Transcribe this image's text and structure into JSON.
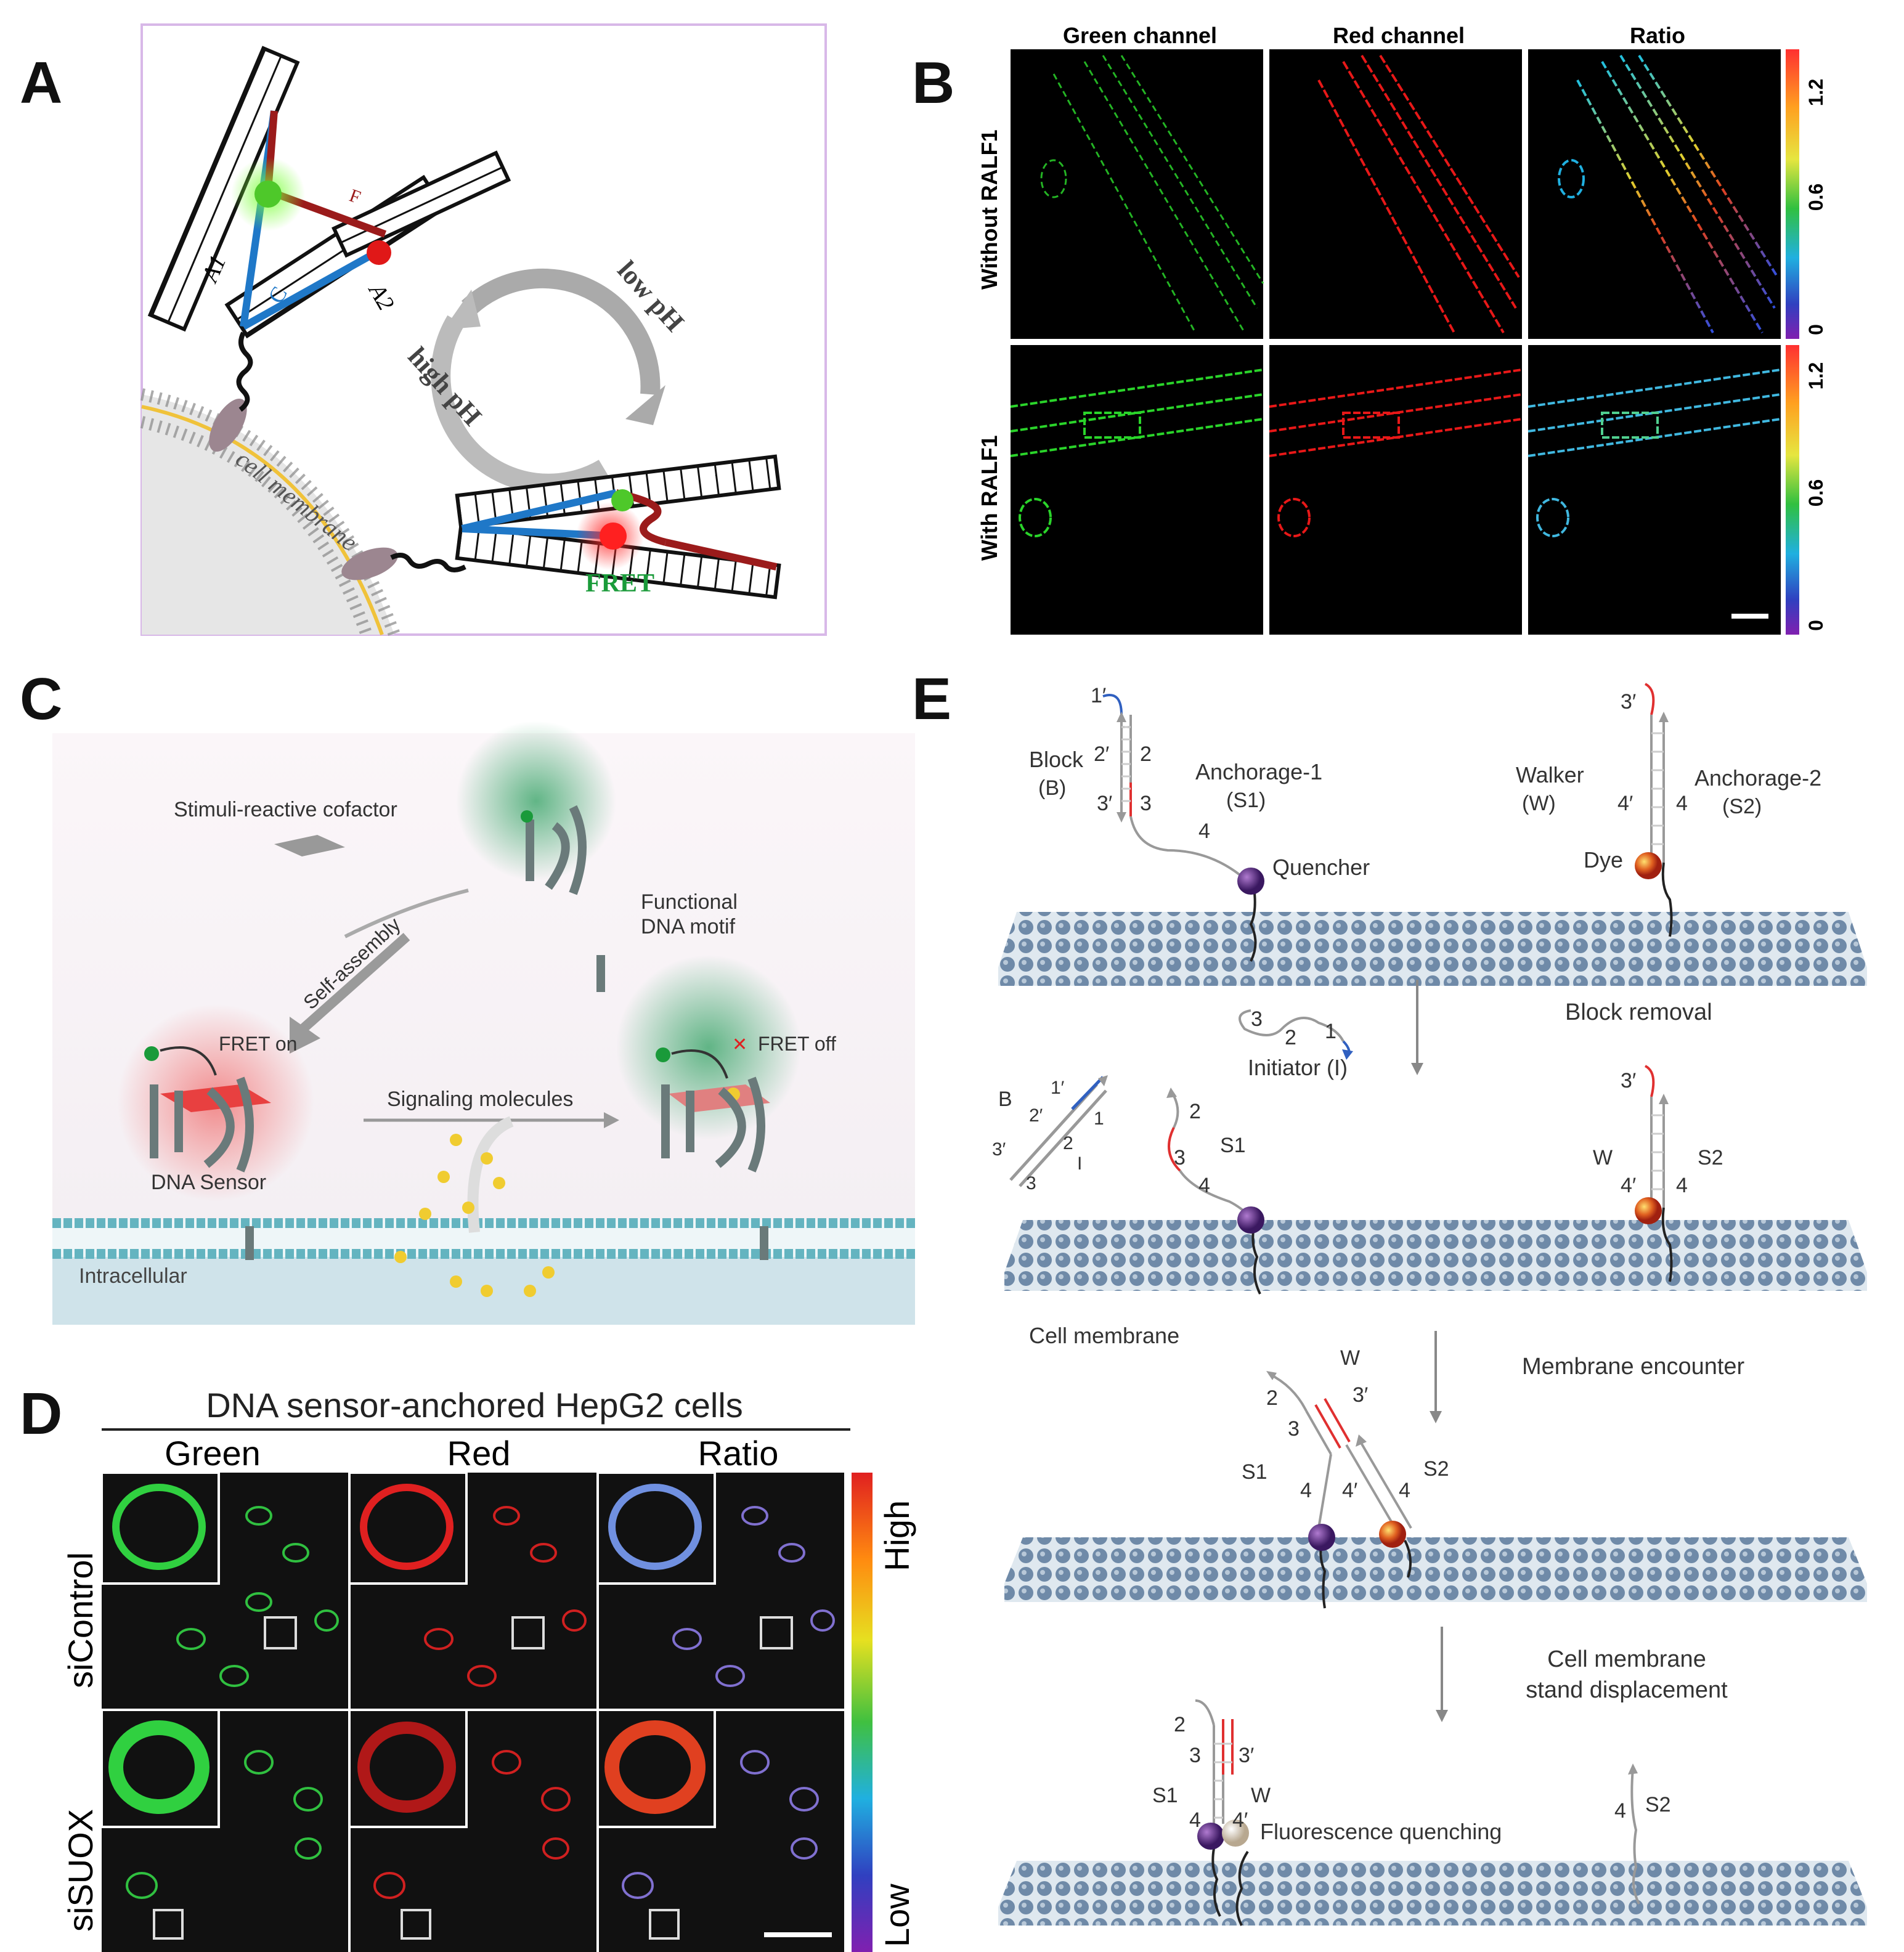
{
  "panels": {
    "A": {
      "letter": "A",
      "strand_labels": {
        "a1": "A1",
        "a2": "A2",
        "c": "C",
        "f": "F"
      },
      "cycle": {
        "low": "low pH",
        "high": "high pH"
      },
      "membrane": "cell membrane",
      "fret": "FRET",
      "colors": {
        "blue": "#1f78c8",
        "darkred": "#9b1b1b",
        "green": "#1a9b3a",
        "frame": "#d8b8e8"
      }
    },
    "B": {
      "letter": "B",
      "columns": [
        "Green channel",
        "Red channel",
        "Ratio"
      ],
      "rows": [
        "Without RALF1",
        "With RALF1"
      ],
      "colorbar_ticks": [
        "1.2",
        "0.6",
        "0"
      ]
    },
    "C": {
      "letter": "C",
      "cofactor": "Stimuli-reactive cofactor",
      "motif_line1": "Functional",
      "motif_line2": "DNA motif",
      "self_assembly": "Self-assembly",
      "fret_on": "FRET on",
      "fret_off": "FRET off",
      "signaling": "Signaling molecules",
      "sensor": "DNA Sensor",
      "intracellular": "Intracellular"
    },
    "D": {
      "letter": "D",
      "title": "DNA sensor-anchored HepG2 cells",
      "columns": [
        "Green",
        "Red",
        "Ratio"
      ],
      "rows": [
        "siControl",
        "siSUOX"
      ],
      "colorbar_high": "High",
      "colorbar_low": "Low"
    },
    "E": {
      "letter": "E",
      "stage1": {
        "n1p": "1′",
        "n2p": "2′",
        "n3p": "3′",
        "n2": "2",
        "n3": "3",
        "n4": "4",
        "block": "Block",
        "block_abbr": "(B)",
        "anchorage1": "Anchorage-1",
        "s1_abbr": "(S1)",
        "quencher": "Quencher",
        "walker": "Walker",
        "w_abbr": "(W)",
        "n4p": "4′",
        "n4b": "4",
        "anchorage2": "Anchorage-2",
        "s2_abbr": "(S2)",
        "dye": "Dye",
        "n3p_b": "3′"
      },
      "step1": {
        "initiator": "Initiator (I)",
        "i3": "3",
        "i2": "2",
        "i1": "1",
        "label": "Block removal"
      },
      "stage2": {
        "b": "B",
        "b1p": "1′",
        "b2p": "2′",
        "b3p": "3′",
        "b1": "1",
        "b2": "2",
        "b3": "3",
        "bi": "I",
        "s1_2": "2",
        "s1_3": "3",
        "s1_4": "4",
        "s1": "S1",
        "w": "W",
        "w4p": "4′",
        "w4": "4",
        "s2": "S2",
        "w3p": "3′",
        "membrane": "Cell membrane"
      },
      "step2": {
        "label": "Membrane encounter"
      },
      "stage3": {
        "w": "W",
        "n2": "2",
        "n3": "3",
        "n3p": "3′",
        "s1": "S1",
        "n4": "4",
        "n4p": "4′",
        "n4b": "4",
        "s2": "S2"
      },
      "step3": {
        "line1": "Cell membrane",
        "line2": "stand displacement"
      },
      "stage4": {
        "n2": "2",
        "n3": "3",
        "n3p": "3′",
        "s1": "S1",
        "w": "W",
        "n4": "4",
        "n4p": "4′",
        "quench": "Fluorescence quenching",
        "s2n": "4",
        "s2": "S2"
      }
    }
  }
}
